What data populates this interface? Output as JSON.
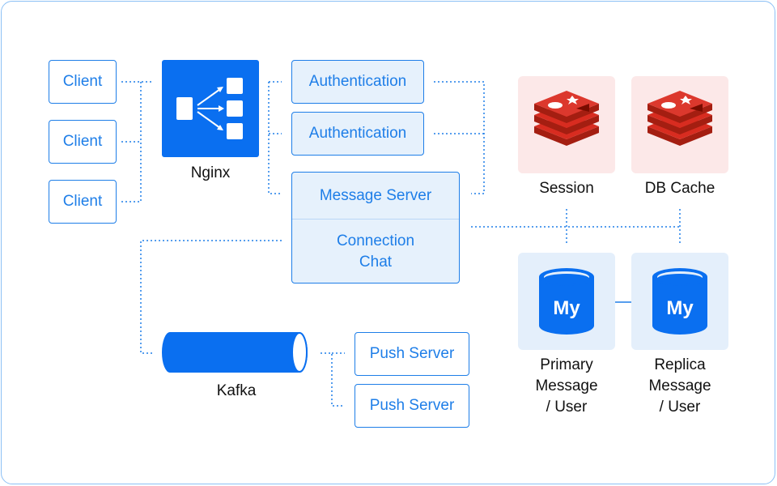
{
  "clients": [
    {
      "label": "Client"
    },
    {
      "label": "Client"
    },
    {
      "label": "Client"
    }
  ],
  "nginx": {
    "label": "Nginx",
    "icon": "load-balancer-icon"
  },
  "auth": [
    {
      "label": "Authentication"
    },
    {
      "label": "Authentication"
    }
  ],
  "message_server": {
    "title": "Message Server",
    "line1": "Connection",
    "line2": "Chat"
  },
  "redis": [
    {
      "label": "Session",
      "icon": "redis-icon"
    },
    {
      "label": "DB Cache",
      "icon": "redis-icon"
    }
  ],
  "mysql": [
    {
      "line1": "Primary",
      "line2": "Message",
      "line3": "/ User",
      "icon": "mysql-icon",
      "icon_text": "My"
    },
    {
      "line1": "Replica",
      "line2": "Message",
      "line3": "/ User",
      "icon": "mysql-icon",
      "icon_text": "My"
    }
  ],
  "kafka": {
    "label": "Kafka",
    "icon": "kafka-cylinder-icon"
  },
  "push": [
    {
      "label": "Push Server"
    },
    {
      "label": "Push Server"
    }
  ],
  "colors": {
    "accent": "#1e7ee8",
    "nginx": "#0a6ff0",
    "redis": "#d82c20",
    "mysql": "#0a6ff0"
  }
}
